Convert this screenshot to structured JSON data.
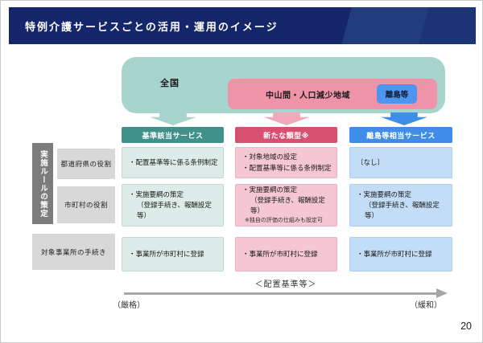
{
  "header": {
    "title": "特例介護サービスごとの活用・運用のイメージ"
  },
  "region_map": {
    "national": "全国",
    "depopulated_area": "中山間・人口減少地域",
    "remote_islands": "離島等"
  },
  "columns": [
    {
      "header": "基準該当サービス"
    },
    {
      "header": "新たな類型※"
    },
    {
      "header": "離島等相当サービス"
    }
  ],
  "row_labels": {
    "side": "実施ルールの策定",
    "prefecture": "都道府県の役割",
    "municipality": "市町村の役割",
    "provider": "対象事業所の手続き"
  },
  "cells": {
    "r1c1": [
      "・配置基準等に係る条例制定"
    ],
    "r1c2": [
      "・対象地域の設定",
      "・配置基準等に係る条例制定"
    ],
    "r1c3": [
      "〔なし〕"
    ],
    "r2c1": [
      "・実施要綱の策定",
      "（登録手続き、報酬設定等）"
    ],
    "r2c2": [
      "・実施要綱の策定",
      "（登録手続き、報酬設定等）",
      "※独自の評価の仕組みも設定可"
    ],
    "r2c3": [
      "・実施要綱の策定",
      "（登録手続き、報酬設定等）"
    ],
    "r3c1": [
      "・事業所が市町村に登録"
    ],
    "r3c2": [
      "・事業所が市町村に登録"
    ],
    "r3c3": [
      "・事業所が市町村に登録"
    ]
  },
  "footer": {
    "axis_label": "＜配置基準等＞",
    "strict_label": "（厳格）",
    "relaxed_label": "（緩和）"
  },
  "page_number": "20",
  "colors": {
    "header_bg": "#15266b",
    "header_accent": "#25417f",
    "teal_container": "#a7d4cc",
    "pink_band": "#ef93a9",
    "pink_arrow": "#f2aabb",
    "blue_chip": "#4f94ee",
    "teal_header": "#3f918a",
    "red_header": "#d85070",
    "blue_header": "#3e8ee9",
    "teal_cell": "#ddece8",
    "pink_cell": "#f4c7d3",
    "blue_cell": "#c3ddf6",
    "label_gray": "#d8d8d8",
    "side_bar_gray": "#7c7c7c",
    "arrow_gray": "#a6a6a6"
  }
}
